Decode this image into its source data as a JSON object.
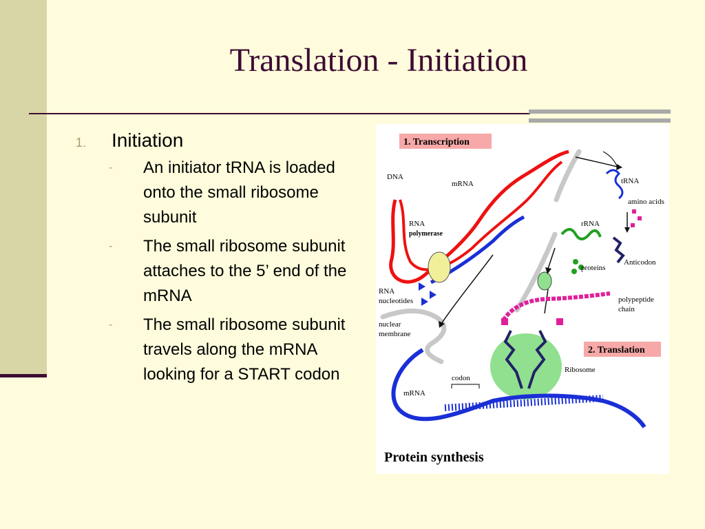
{
  "slide": {
    "title": "Translation - Initiation",
    "list": {
      "item_number": "1.",
      "item_label": "Initiation",
      "sub_bullet_marker": "-",
      "sub_items": [
        "An initiator tRNA is loaded onto the small ribosome subunit",
        "The small ribosome subunit attaches to the 5’ end of the mRNA",
        "The small ribosome subunit travels along the mRNA looking for a START codon"
      ]
    },
    "colors": {
      "background": "#fefcdc",
      "left_band": "#d8d6a6",
      "accent": "#3e0c34",
      "bullet_marker": "#a49c6e",
      "gray_bars": "#a9a9a9"
    }
  },
  "figure": {
    "caption": "Protein synthesis",
    "section_labels": {
      "transcription": "1. Transcription",
      "translation": "2. Translation"
    },
    "labels": {
      "dna": "DNA",
      "mrna_top": "mRNA",
      "rna_polymerase_1": "RNA",
      "rna_polymerase_2": "polymerase",
      "rna_nucleotides_1": "RNA",
      "rna_nucleotides_2": "nucleotides",
      "nuclear_membrane_1": "nuclear",
      "nuclear_membrane_2": "membrane",
      "mrna_bottom": "mRNA",
      "codon": "codon",
      "ribosome": "Ribosome",
      "trna": "tRNA",
      "amino_acids": "amino acids",
      "rrna": "rRNA",
      "proteins": "proteins",
      "anticodon": "Anticodon",
      "polypeptide_1": "polypeptide",
      "polypeptide_2": "chain"
    },
    "colors": {
      "dna_strand": "#ee1111",
      "mrna_strand": "#1a2fd6",
      "ribosome": "#90e090",
      "polymerase": "#f2ef9a",
      "label_box": "#f7a8a8",
      "membrane": "#c8c8c8",
      "peptide": "#e0209a",
      "trna": "#222266"
    }
  }
}
